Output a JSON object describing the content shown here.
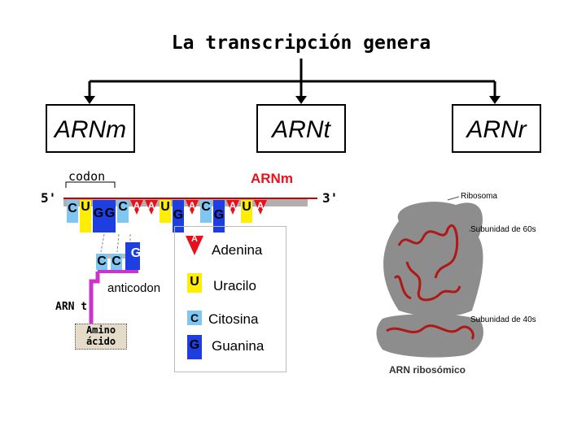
{
  "title": "La transcripción genera",
  "boxes": {
    "left": "ARNm",
    "middle": "ARNt",
    "right": "ARNr"
  },
  "left_diagram": {
    "codon_label": "codon",
    "five_prime": "5'",
    "three_prime": "3'",
    "mrna_label": "ARNm",
    "mrna_sequence": [
      "C",
      "U",
      "G",
      "G",
      "C",
      "A",
      "A",
      "U",
      "G",
      "A",
      "C",
      "G",
      "A",
      "U",
      "A"
    ],
    "anticodon": [
      "C",
      "C",
      "G"
    ],
    "anticodon_label": "anticodon",
    "trna_label": "ARN t",
    "amino_label_1": "Amino",
    "amino_label_2": "ácido",
    "legend": [
      {
        "letter": "A",
        "name": "Adenina",
        "color": "#e8101a"
      },
      {
        "letter": "U",
        "name": "Uracilo",
        "color": "#ffee00"
      },
      {
        "letter": "C",
        "name": "Citosina",
        "color": "#7fc7f0"
      },
      {
        "letter": "G",
        "name": "Guanina",
        "color": "#1d3fe0"
      }
    ]
  },
  "ribosome": {
    "label_top": "Ribosoma",
    "label_60s": "Subunidad de 60s",
    "label_40s": "Subunidad de 40s",
    "caption": "ARN ribosómico"
  }
}
